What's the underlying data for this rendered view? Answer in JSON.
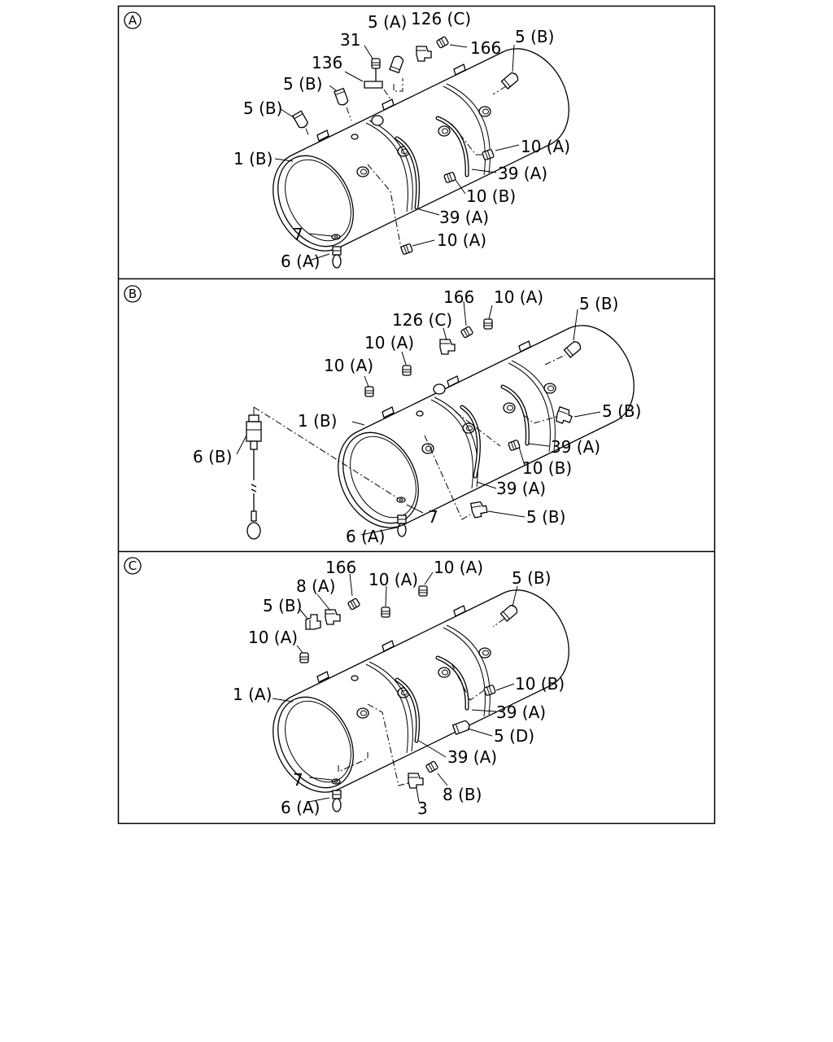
{
  "panels": [
    {
      "id": "A",
      "labels": [
        "5 (A)",
        "126 (C)",
        "31",
        "166",
        "5 (B)",
        "136",
        "5 (B)",
        "5 (B)",
        "10 (A)",
        "1 (B)",
        "39 (A)",
        "10 (B)",
        "39 (A)",
        "7",
        "10 (A)",
        "6 (A)"
      ]
    },
    {
      "id": "B",
      "labels": [
        "166",
        "10 (A)",
        "5 (B)",
        "126 (C)",
        "10 (A)",
        "10 (A)",
        "1 (B)",
        "5 (B)",
        "6 (B)",
        "39 (A)",
        "10 (B)",
        "39 (A)",
        "5 (B)",
        "7",
        "6 (A)"
      ]
    },
    {
      "id": "C",
      "labels": [
        "166",
        "10 (A)",
        "8 (A)",
        "10 (A)",
        "5 (B)",
        "5 (B)",
        "10 (A)",
        "1 (A)",
        "10 (B)",
        "39 (A)",
        "5 (D)",
        "39 (A)",
        "7",
        "8 (B)",
        "6 (A)",
        "3"
      ]
    }
  ]
}
